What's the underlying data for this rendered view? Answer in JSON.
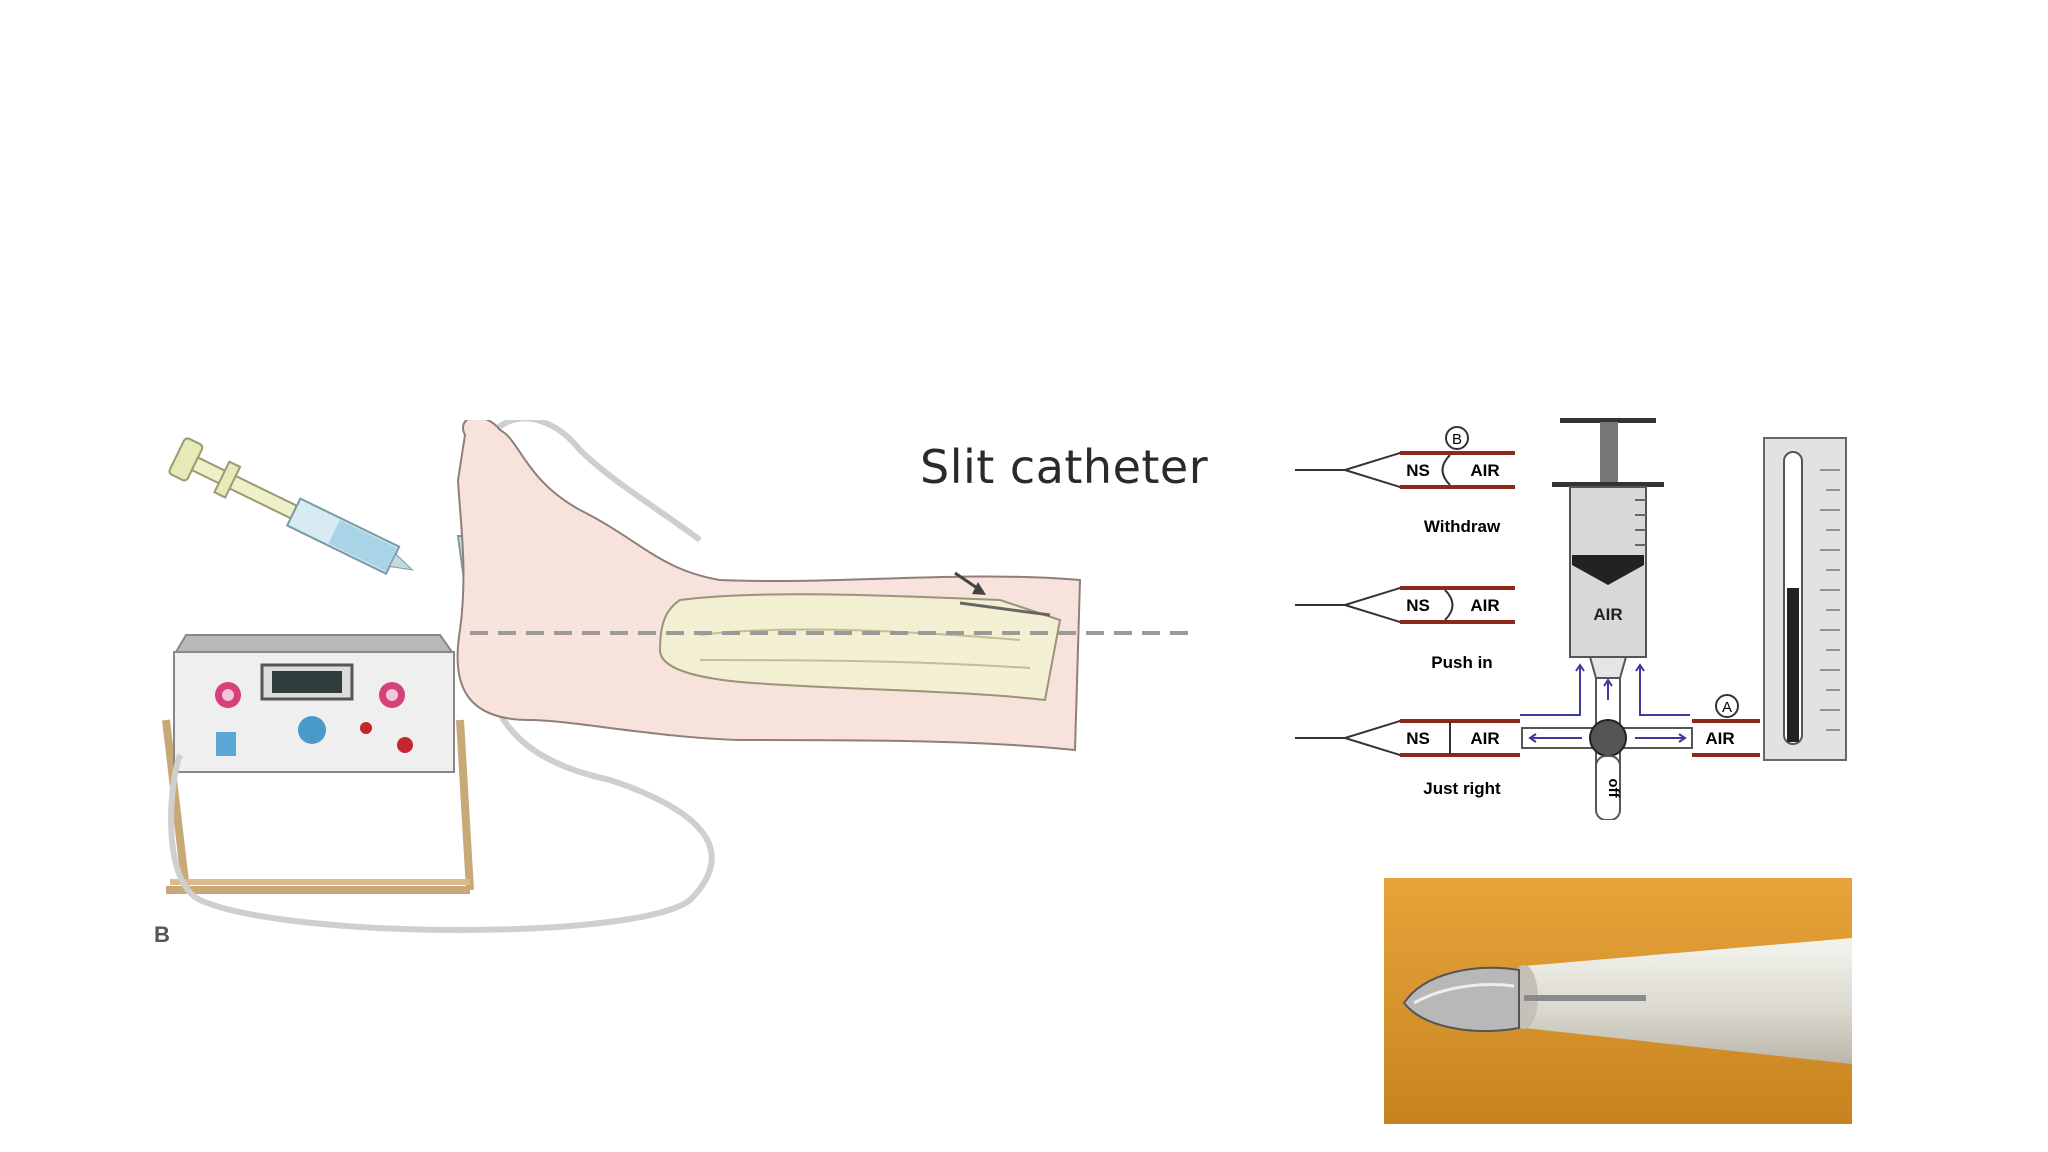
{
  "left_figure": {
    "title": "Slit catheter",
    "panel_letter": "B"
  },
  "right_diagram": {
    "rows": [
      {
        "ns": "NS",
        "air": "AIR",
        "label": "Withdraw"
      },
      {
        "ns": "NS",
        "air": "AIR",
        "label": "Push in"
      },
      {
        "ns": "NS",
        "air": "AIR",
        "label": "Just right"
      }
    ],
    "marker_b": "B",
    "marker_a": "A",
    "syringe_label": "AIR",
    "side_air": "AIR",
    "valve_label": "off"
  },
  "colors": {
    "tube": "#8b2a1a",
    "arrow": "#3b3b9b",
    "photo_bg": "#d99a2e"
  }
}
